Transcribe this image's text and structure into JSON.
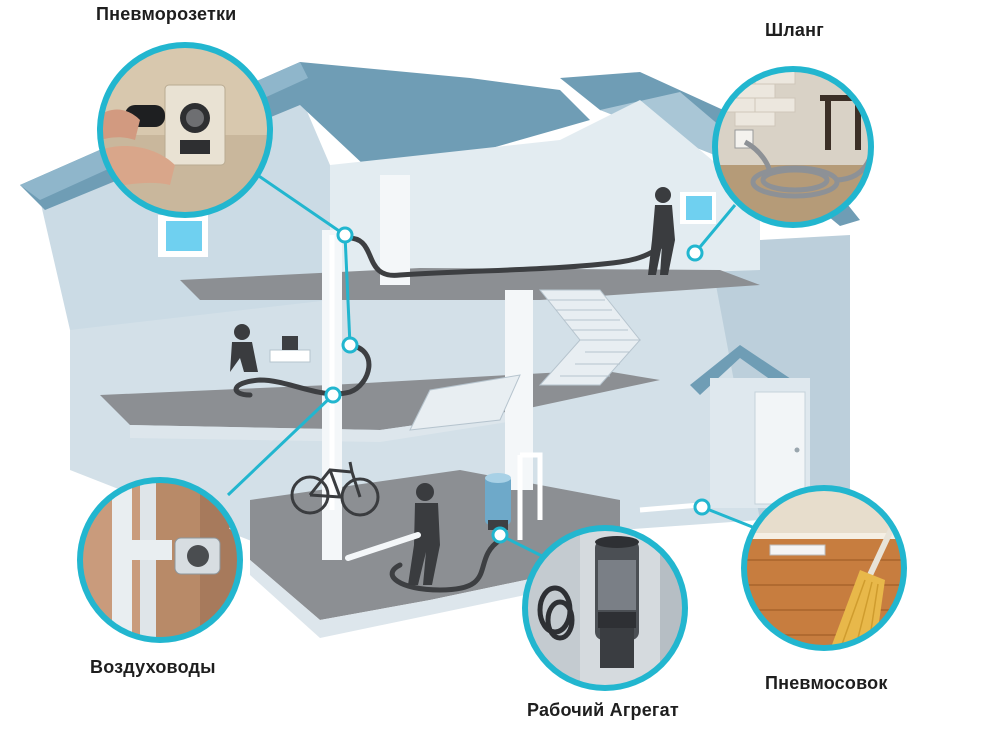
{
  "callouts": {
    "outlets": {
      "label": "Пневморозетки",
      "icon": "wall-inlet-photo"
    },
    "hose": {
      "label": "Шланг",
      "icon": "coiled-hose-photo"
    },
    "ducts": {
      "label": "Воздуховоды",
      "icon": "pipe-duct-photo"
    },
    "unit": {
      "label": "Рабочий Агрегат",
      "icon": "central-vacuum-unit-photo"
    },
    "dustpan": {
      "label": "Пневмосовок",
      "icon": "vacpan-broom-photo"
    }
  },
  "colors": {
    "accent": "#22b6cf",
    "roof": "#6f9db5",
    "wall": "#cfdde6",
    "floor": "#8c8f93",
    "window": "#6fd0f0"
  }
}
